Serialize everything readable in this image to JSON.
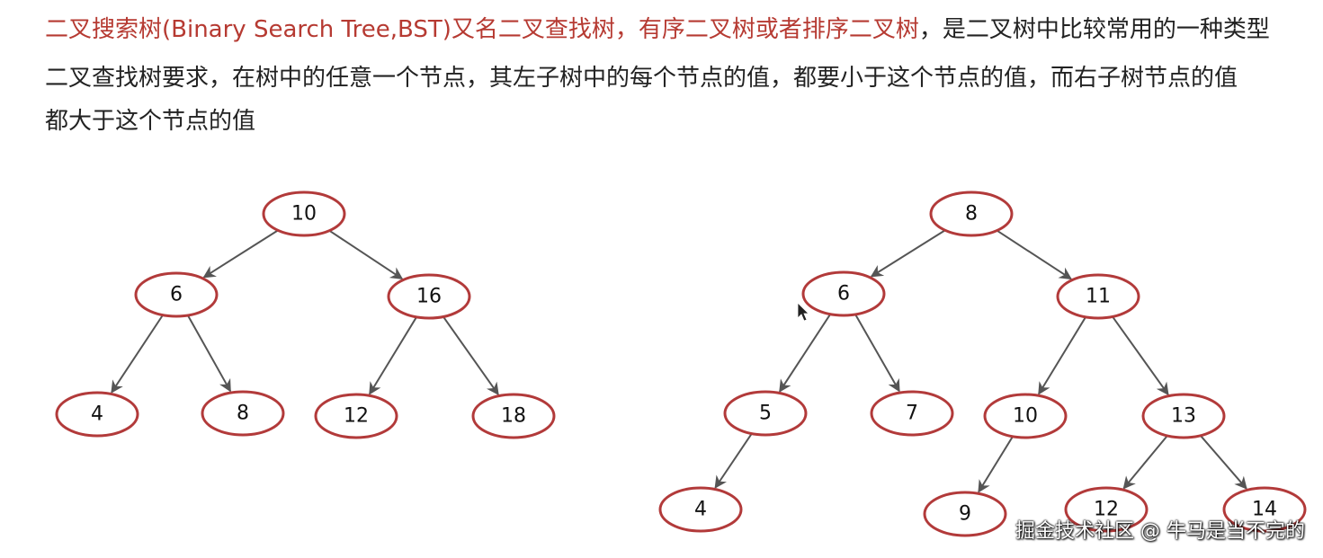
{
  "header": {
    "line1_red": "二叉搜索树(Binary Search Tree,BST)又名二叉查找树，有序二叉树或者排序二叉树",
    "line1_dark": "，是二叉树中比较常用的一种类型",
    "line2": "二叉查找树要求，在树中的任意一个节点，其左子树中的每个节点的值，都要小于这个节点的值，而右子树节点的值",
    "line3": "都大于这个节点的值"
  },
  "colors": {
    "node_border": "#b23a3a",
    "edge": "#555555",
    "title_red": "#b63a32"
  },
  "trees": [
    {
      "nodes": [
        {
          "value": "10"
        },
        {
          "value": "6"
        },
        {
          "value": "16"
        },
        {
          "value": "4"
        },
        {
          "value": "8"
        },
        {
          "value": "12"
        },
        {
          "value": "18"
        }
      ],
      "edges": [
        [
          0,
          1
        ],
        [
          0,
          2
        ],
        [
          1,
          3
        ],
        [
          1,
          4
        ],
        [
          2,
          5
        ],
        [
          2,
          6
        ]
      ]
    },
    {
      "nodes": [
        {
          "value": "8"
        },
        {
          "value": "6"
        },
        {
          "value": "11"
        },
        {
          "value": "5"
        },
        {
          "value": "7"
        },
        {
          "value": "10"
        },
        {
          "value": "13"
        },
        {
          "value": "4"
        },
        {
          "value": "9"
        },
        {
          "value": "12"
        },
        {
          "value": "14"
        }
      ],
      "edges": [
        [
          0,
          1
        ],
        [
          0,
          2
        ],
        [
          1,
          3
        ],
        [
          1,
          4
        ],
        [
          2,
          5
        ],
        [
          2,
          6
        ],
        [
          3,
          7
        ],
        [
          5,
          8
        ],
        [
          6,
          9
        ],
        [
          6,
          10
        ]
      ]
    }
  ],
  "watermark": "掘金技术社区 @ 牛马是当不完的"
}
